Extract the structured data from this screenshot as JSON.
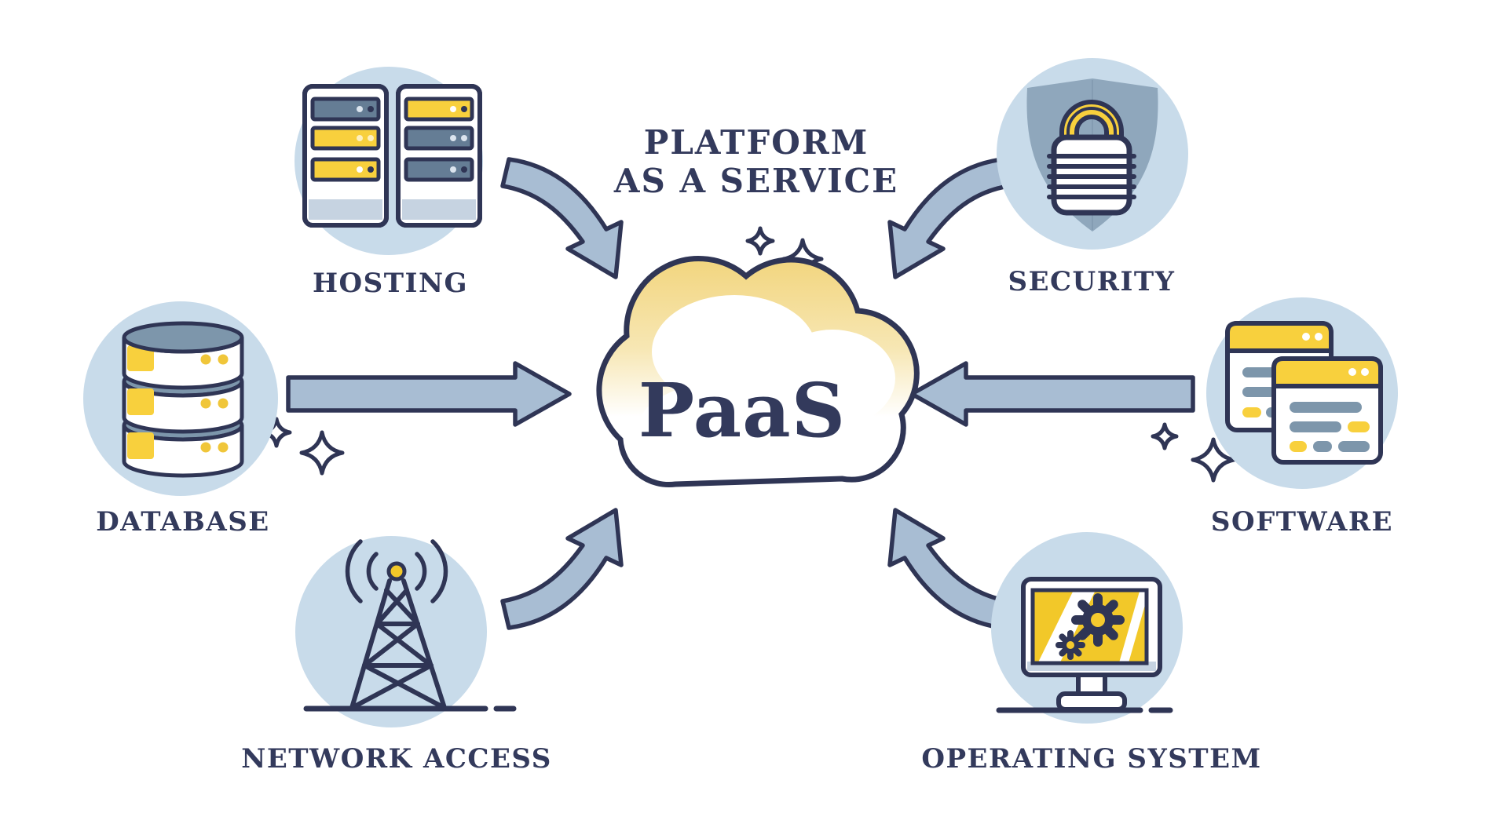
{
  "title": {
    "line1": "PLATFORM",
    "line2": "AS A SERVICE"
  },
  "center": {
    "label": "PaaS",
    "icon": "cloud-icon"
  },
  "nodes": {
    "hosting": {
      "label": "HOSTING",
      "icon": "server-rack-icon"
    },
    "security": {
      "label": "SECURITY",
      "icon": "shield-lock-icon"
    },
    "database": {
      "label": "DATABASE",
      "icon": "database-stack-icon"
    },
    "software": {
      "label": "SOFTWARE",
      "icon": "app-windows-icon"
    },
    "network": {
      "label": "NETWORK ACCESS",
      "icon": "radio-tower-icon"
    },
    "os": {
      "label": "OPERATING SYSTEM",
      "icon": "monitor-gears-icon"
    }
  },
  "colors": {
    "background": "#ffffff",
    "outline_navy": "#2f3555",
    "text_navy": "#333a5c",
    "icon_circle_blue": "#c8dbea",
    "arrow_fill": "#a8bdd3",
    "shield_slate": "#8fa7bc",
    "server_bar_slate": "#657d95",
    "pill_slate": "#7d96ab",
    "yellow": "#f8d03d",
    "screen_yellow": "#f2c829",
    "cloud_gold": "#f2d57e",
    "hardware_band_gray": "#c6d3e1"
  }
}
